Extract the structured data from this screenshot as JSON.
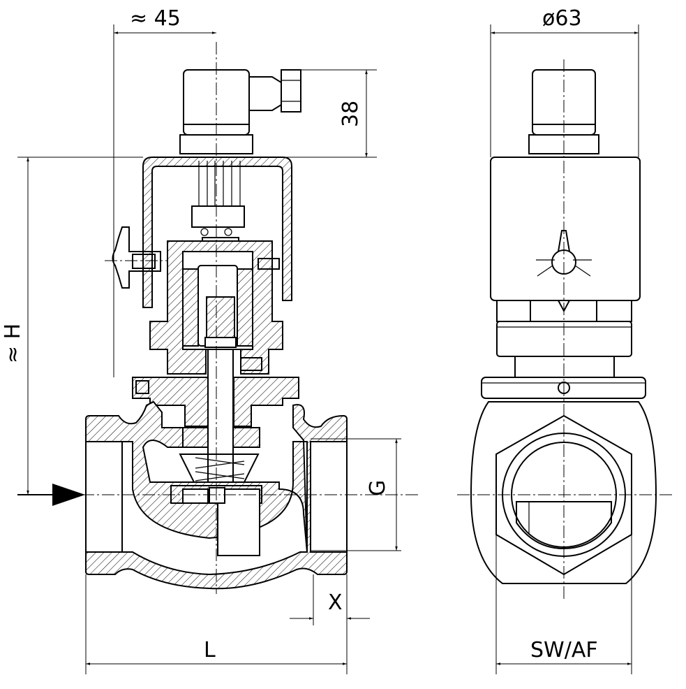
{
  "drawing": {
    "front_view": {
      "dim_width_approx": "≈ 45",
      "dim_connector_height": "38",
      "dim_height_approx": "≈ H",
      "dim_thread": "G",
      "dim_x": "X",
      "dim_length": "L"
    },
    "side_view": {
      "dim_diameter": "ø63",
      "dim_wrench_size": "SW/AF"
    }
  }
}
